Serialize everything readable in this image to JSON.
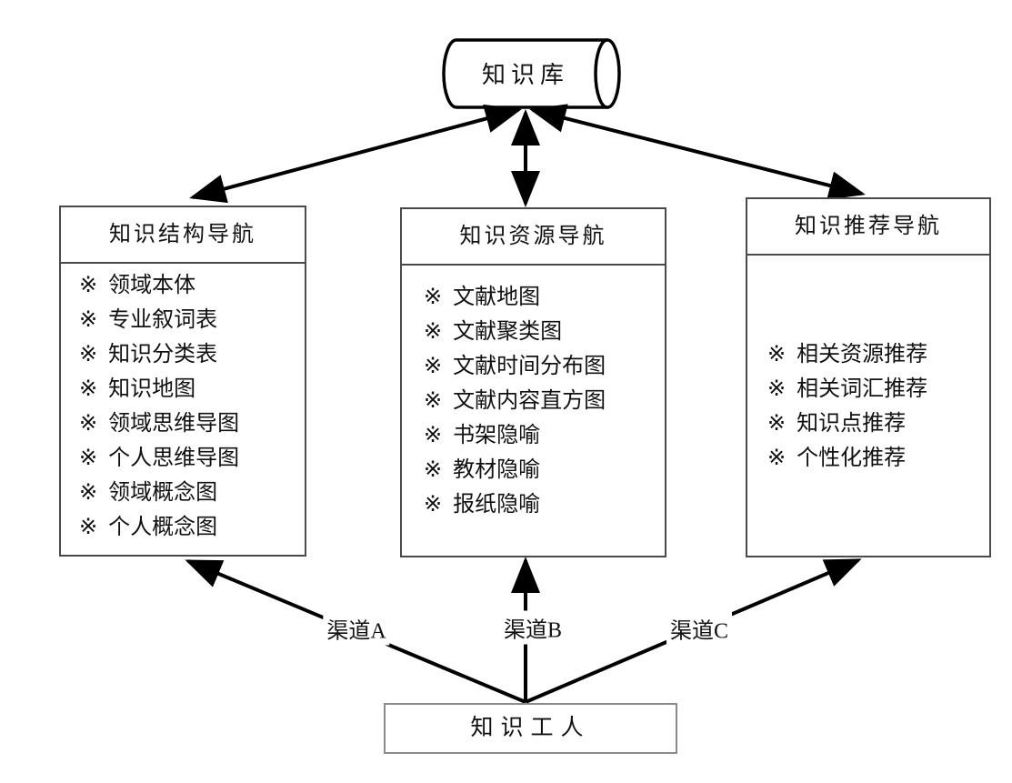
{
  "colors": {
    "background": "#ffffff",
    "line": "#000000",
    "box_border": "#4a4a4a",
    "worker_border": "#8a8a8a",
    "text": "#111111"
  },
  "bullet": "※",
  "database": {
    "label": "知识库"
  },
  "boxes": [
    {
      "title": "知识结构导航",
      "items": [
        "领域本体",
        "专业叙词表",
        "知识分类表",
        "知识地图",
        "领域思维导图",
        "个人思维导图",
        "领域概念图",
        "个人概念图"
      ]
    },
    {
      "title": "知识资源导航",
      "items": [
        "文献地图",
        "文献聚类图",
        "文献时间分布图",
        "文献内容直方图",
        "书架隐喻",
        "教材隐喻",
        "报纸隐喻"
      ]
    },
    {
      "title": "知识推荐导航",
      "items": [
        "相关资源推荐",
        "相关词汇推荐",
        "知识点推荐",
        "个性化推荐"
      ]
    }
  ],
  "worker": {
    "label": "知识工人"
  },
  "channels": [
    {
      "label": "渠道A"
    },
    {
      "label": "渠道B"
    },
    {
      "label": "渠道C"
    }
  ]
}
